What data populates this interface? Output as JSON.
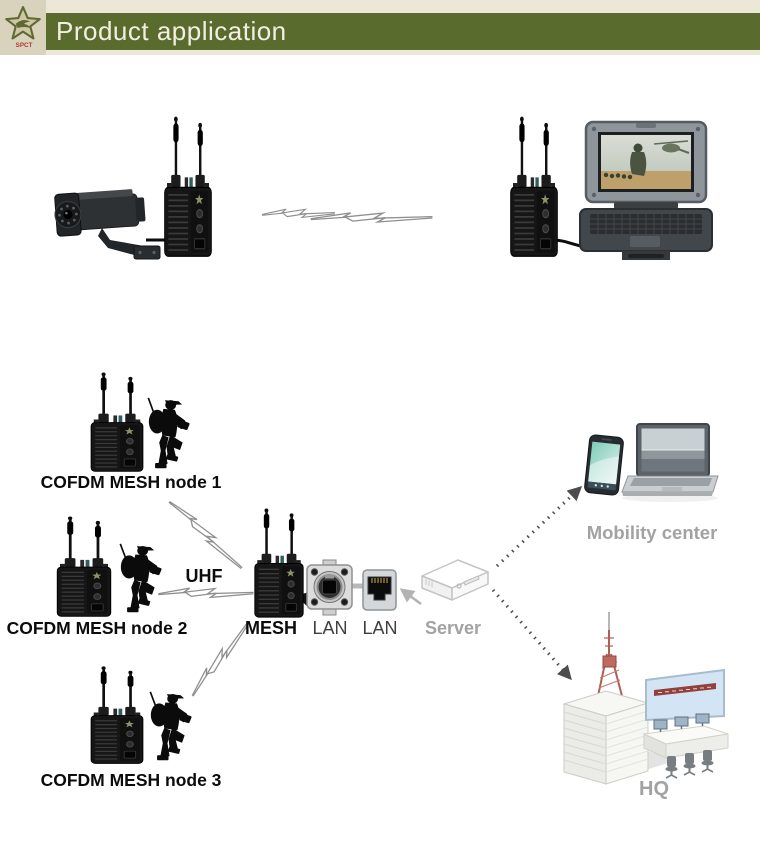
{
  "header": {
    "title": "Product application",
    "logo_text": "SPCT"
  },
  "labels": {
    "node1": "COFDM MESH node 1",
    "node2": "COFDM MESH node 2",
    "node3": "COFDM MESH node 3",
    "uhf": "UHF",
    "mesh": "MESH",
    "lan_a": "LAN",
    "lan_b": "LAN",
    "server": "Server",
    "mobility": "Mobility center",
    "hq": "HQ"
  },
  "colors": {
    "header_bar": "#5a6b2e",
    "header_strip": "#ece7d6",
    "logo_bg": "#d9d3bd",
    "title_text": "#f2efe2",
    "label_dark": "#0c0c0c",
    "label_gray": "#a2a2a2",
    "bolt_gray": "#8f8f8f",
    "tower_red": "#b05f55",
    "screen_blue": "#d3e5f4",
    "phone_screen_teal": "#7fcdb8"
  },
  "icons": {
    "logo": "star-eagle-logo",
    "devices": [
      "cctv-camera",
      "mesh-radio",
      "rugged-laptop",
      "soldier-figure",
      "lan-circular-connector",
      "ethernet-port",
      "server-box",
      "smartphone",
      "laptop",
      "hq-building",
      "control-room"
    ],
    "connectors": [
      "lightning-bolt-rf-link",
      "dotted-arrow",
      "cable-line"
    ]
  }
}
